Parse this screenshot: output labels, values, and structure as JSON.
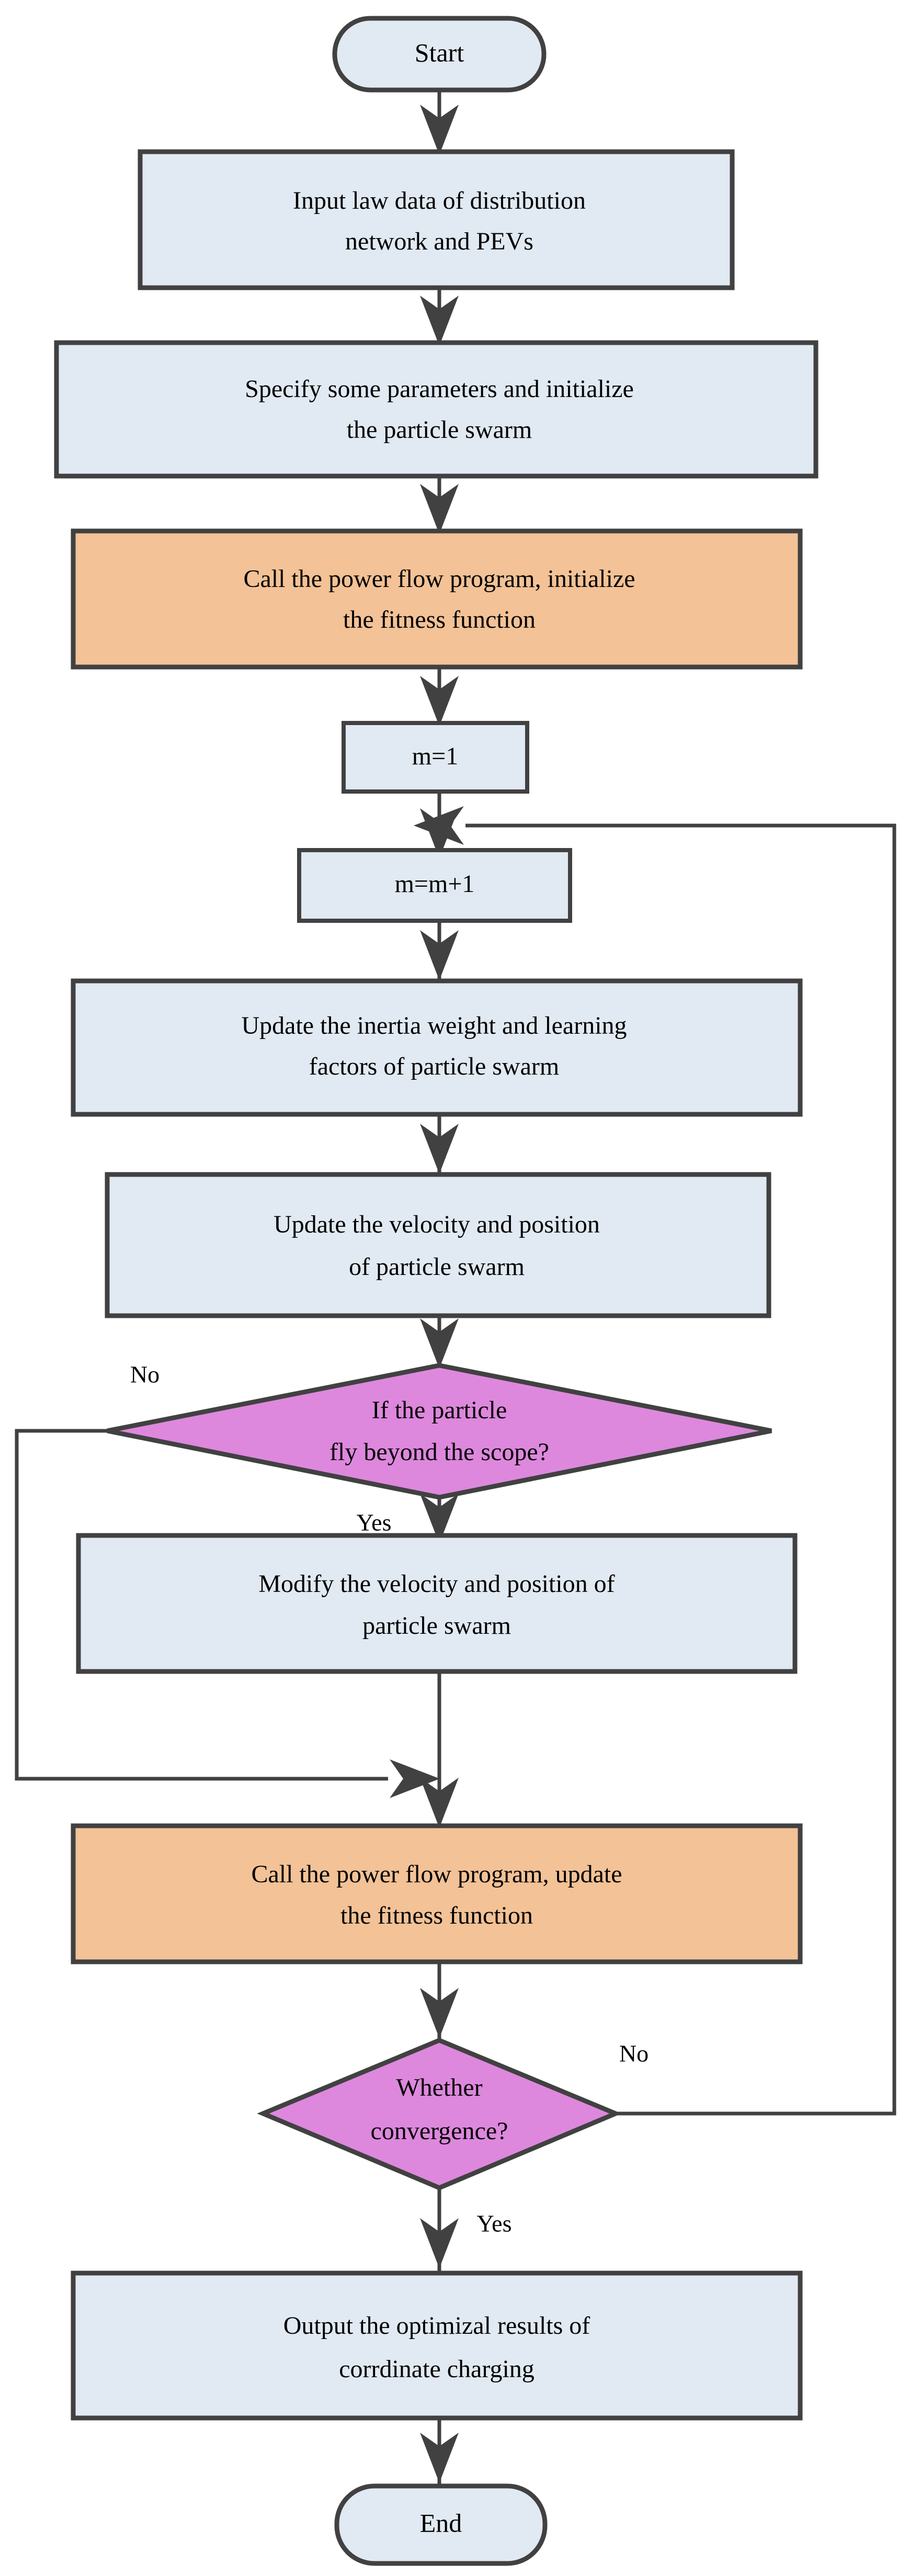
{
  "diagram": {
    "title": "PSO coordinated charging optimization flowchart",
    "colors": {
      "fill_blue": "#e1e9f2",
      "fill_orange": "#f3c296",
      "fill_magenta": "#dd88dd",
      "stroke": "#414141",
      "text": "#000000",
      "background": "#ffffff"
    },
    "nodes": [
      {
        "id": "start",
        "shape": "terminator",
        "fill": "#e1e9f2",
        "lines": [
          "Start"
        ]
      },
      {
        "id": "input_data",
        "shape": "process",
        "fill": "#e1e9f2",
        "lines": [
          "Input law data of distribution",
          "network and PEVs"
        ]
      },
      {
        "id": "specify",
        "shape": "process",
        "fill": "#e1e9f2",
        "lines": [
          "Specify some parameters and initialize",
          "the particle swarm"
        ]
      },
      {
        "id": "call_init",
        "shape": "process",
        "fill": "#f3c296",
        "lines": [
          "Call the power flow program, initialize",
          "the fitness function"
        ]
      },
      {
        "id": "m_init",
        "shape": "process",
        "fill": "#e1e9f2",
        "lines": [
          "m=1"
        ]
      },
      {
        "id": "m_inc",
        "shape": "process",
        "fill": "#e1e9f2",
        "lines": [
          "m=m+1"
        ]
      },
      {
        "id": "update_w",
        "shape": "process",
        "fill": "#e1e9f2",
        "lines": [
          "Update the  inertia weight and learning",
          "factors of particle swarm"
        ]
      },
      {
        "id": "update_vp",
        "shape": "process",
        "fill": "#e1e9f2",
        "lines": [
          "Update the  velocity and position",
          "of particle swarm"
        ]
      },
      {
        "id": "decide_scope",
        "shape": "decision",
        "fill": "#dd88dd",
        "lines": [
          "If the particle",
          "fly beyond the scope?"
        ]
      },
      {
        "id": "modify_vp",
        "shape": "process",
        "fill": "#e1e9f2",
        "lines": [
          "Modify the  velocity and position  of",
          "particle swarm"
        ]
      },
      {
        "id": "call_update",
        "shape": "process",
        "fill": "#f3c296",
        "lines": [
          "Call the power flow program, update",
          "the fitness function"
        ]
      },
      {
        "id": "decide_conv",
        "shape": "decision",
        "fill": "#dd88dd",
        "lines": [
          "Whether",
          "convergence?"
        ]
      },
      {
        "id": "output",
        "shape": "process",
        "fill": "#e1e9f2",
        "lines": [
          "Output  the optimizal results of",
          "corrdinate charging"
        ]
      },
      {
        "id": "end",
        "shape": "terminator",
        "fill": "#e1e9f2",
        "lines": [
          "End"
        ]
      }
    ],
    "edge_labels": [
      {
        "id": "scope_no",
        "text": "No"
      },
      {
        "id": "scope_yes",
        "text": "Yes"
      },
      {
        "id": "conv_no",
        "text": "No"
      },
      {
        "id": "conv_yes",
        "text": "Yes"
      }
    ]
  }
}
